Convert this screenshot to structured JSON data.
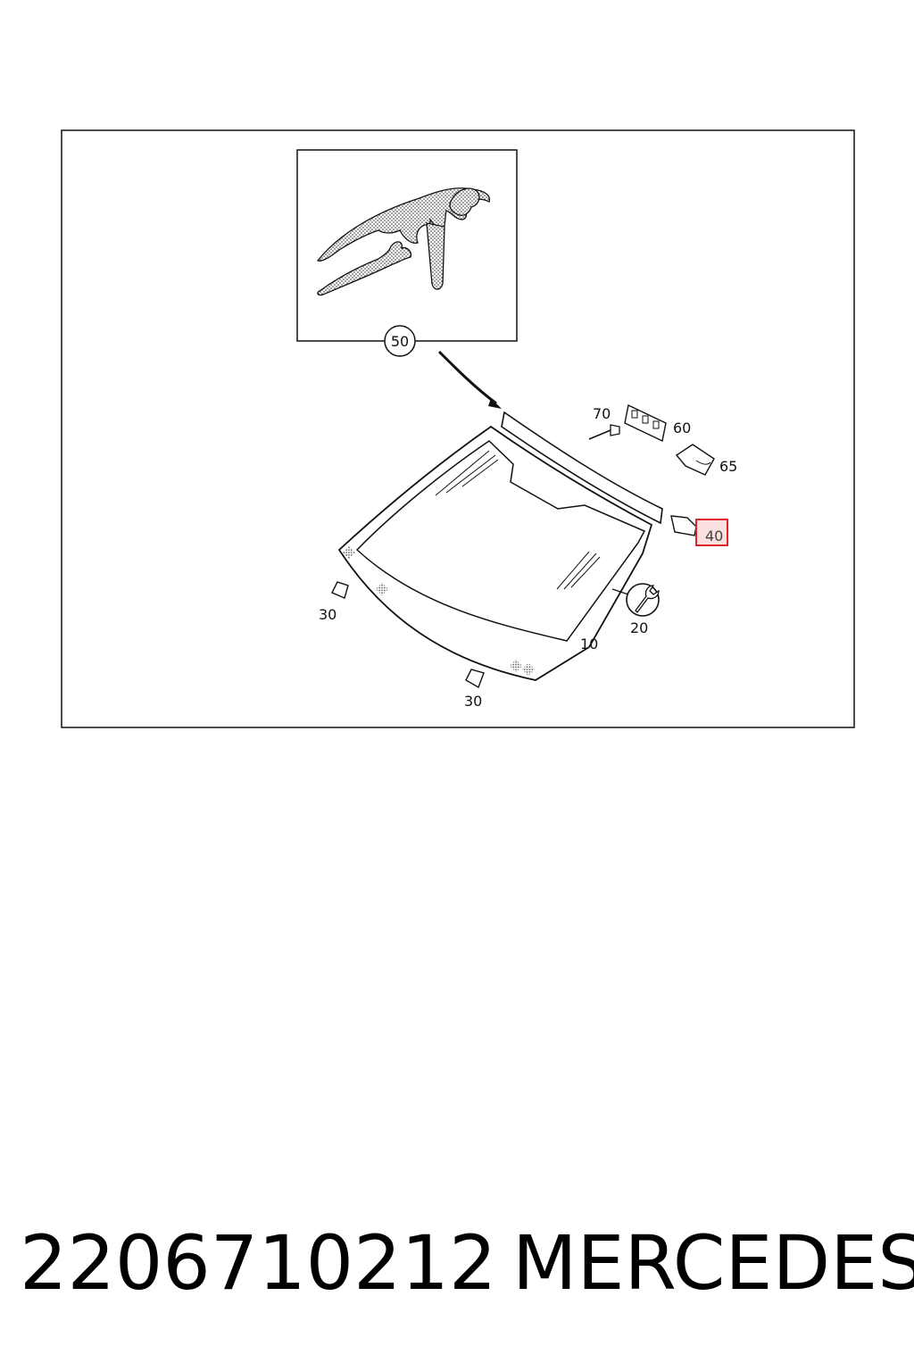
{
  "diagram": {
    "callouts": {
      "c50": "50",
      "c70": "70",
      "c60": "60",
      "c65": "65",
      "c40": "40",
      "c30a": "30",
      "c30b": "30",
      "c20": "20",
      "c10": "10"
    },
    "highlighted_callout": "40",
    "highlight_color": "#e0202a"
  },
  "footer": {
    "part_number": "2206710212",
    "brand": "MERCEDES"
  }
}
